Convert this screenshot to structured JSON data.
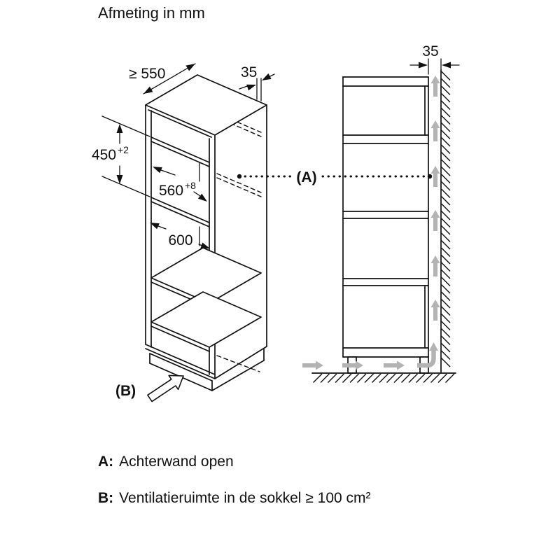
{
  "title": "Afmeting in mm",
  "front_view": {
    "dim_depth": "≥ 550",
    "dim_rear_gap": "35",
    "dim_niche_height": "450",
    "dim_niche_height_tol": "+2",
    "dim_niche_width": "560",
    "dim_niche_width_tol": "+8",
    "dim_lower_compartment": "600",
    "marker_b": "(B)"
  },
  "side_view": {
    "dim_wall_gap": "35",
    "marker_a": "(A)"
  },
  "legend": {
    "a_key": "A:",
    "a_text": "Achterwand open",
    "b_key": "B:",
    "b_text": "Ventilatieruimte in de sokkel ≥ 100 cm²"
  },
  "colors": {
    "line": "#111111",
    "airflow": "#b3b3b3",
    "background": "#ffffff"
  }
}
